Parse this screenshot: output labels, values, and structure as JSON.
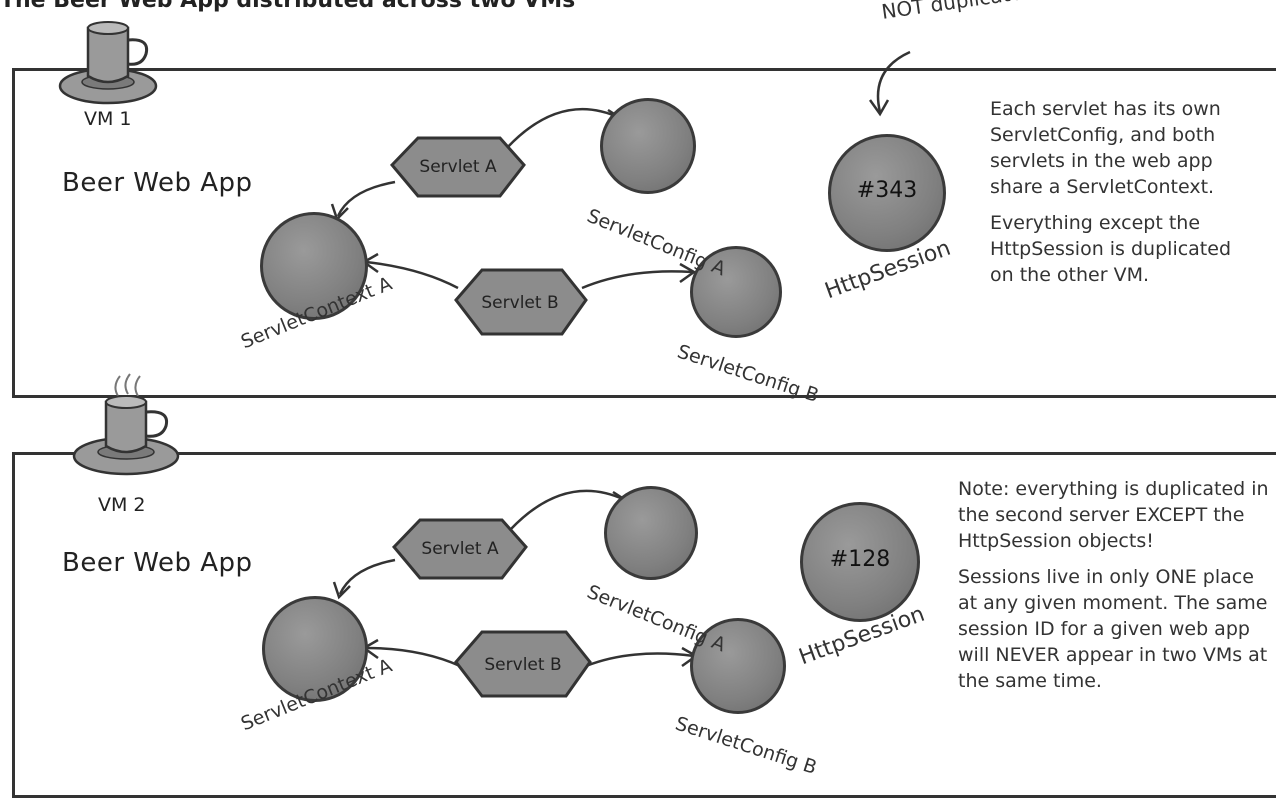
{
  "header": {
    "title": "The Beer Web App distributed across two VMs"
  },
  "top_callout": "NOT duplicated.",
  "vm1": {
    "vm_label": "VM 1",
    "app": "Beer Web App",
    "servlet_a": "Servlet A",
    "servlet_b": "Servlet B",
    "config_a": "ServletConfig A",
    "config_b": "ServletConfig B",
    "context": "ServletContext A",
    "session_id": "#343",
    "session_label": "HttpSession",
    "notes": [
      "Each servlet has its own ServletConfig, and both servlets in the web app share a ServletContext.",
      "Everything except the HttpSession is duplicated on the other VM."
    ]
  },
  "vm2": {
    "vm_label": "VM 2",
    "app": "Beer Web App",
    "servlet_a": "Servlet A",
    "servlet_b": "Servlet B",
    "config_a": "ServletConfig A",
    "config_b": "ServletConfig B",
    "context": "ServletContext A",
    "session_id": "#128",
    "session_label": "HttpSession",
    "notes": [
      "Note: everything is duplicated in the second server EXCEPT the HttpSession objects!",
      "Sessions live in only ONE place at any given moment. The same session ID for a given web app will NEVER appear in two VMs at the same time."
    ]
  },
  "colors": {
    "circle": "#8a8a8a",
    "hexagon": "#8c8c8c",
    "stroke": "#333333"
  }
}
